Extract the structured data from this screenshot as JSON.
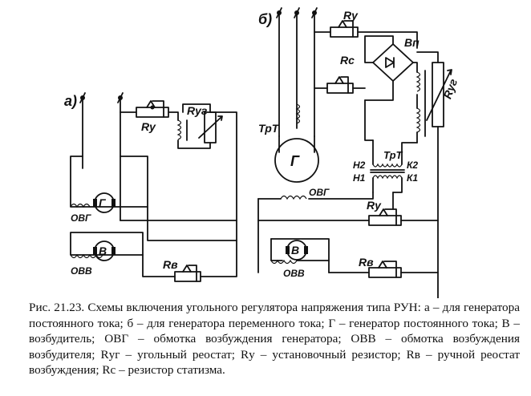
{
  "diagram": {
    "a": {
      "panel_label": "а)",
      "labels": {
        "r_reg": "Rуг",
        "r_set": "Rу",
        "gen": "Г",
        "gen_winding": "ОВГ",
        "exciter": "В",
        "exc_winding": "ОВВ",
        "r_manual": "Rв"
      }
    },
    "b": {
      "panel_label": "б)",
      "labels": {
        "r_set_top": "Rу",
        "rectifier": "Вп",
        "r_stat": "Rс",
        "r_reg": "Rуг",
        "ct_left": "ТрТ",
        "gen": "Г",
        "ct_mid": "ТрТ",
        "h2_left": "Н2",
        "h1_left": "Н1",
        "k2": "К2",
        "k1": "К1",
        "gen_winding": "ОВГ",
        "r_set": "Rу",
        "exciter": "В",
        "exc_winding": "ОВВ",
        "r_manual": "Rв"
      }
    }
  },
  "caption": {
    "number": "Рис. 21.23.",
    "text": "Схемы включения угольного регулятора напряжения типа РУН: а – для генератора постоянного тока; б – для генератора переменного тока; Г – генератор постоянного тока; В – возбудитель; ОВГ – обмотка возбуждения генератора; ОВВ – обмотка возбуждения возбудителя; Rуг – угольный реостат; Rу – установочный резистор; Rв – ручной реостат возбуждения; Rс – резистор статизма."
  }
}
